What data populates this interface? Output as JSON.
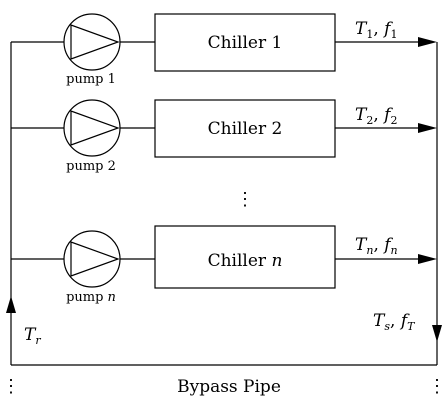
{
  "chillers": [
    {
      "label": "Chiller 1",
      "pump_label": "pump 1",
      "out_T": "T",
      "out_T_sub": "1",
      "out_f": "f",
      "out_f_sub": "1"
    },
    {
      "label": "Chiller 2",
      "pump_label": "pump 2",
      "out_T": "T",
      "out_T_sub": "2",
      "out_f": "f",
      "out_f_sub": "2"
    },
    {
      "label_prefix": "Chiller ",
      "label_var": "n",
      "pump_prefix": "pump ",
      "pump_var": "n",
      "out_T": "T",
      "out_T_sub": "n",
      "out_f": "f",
      "out_f_sub": "n"
    }
  ],
  "vertical_ellipsis": "⋮",
  "return_label": {
    "symbol": "T",
    "sub": "r"
  },
  "supply_label": {
    "symbol": "T",
    "sub": "s",
    "symbol2": "f",
    "sub2": "T"
  },
  "bypass_label": "Bypass Pipe"
}
